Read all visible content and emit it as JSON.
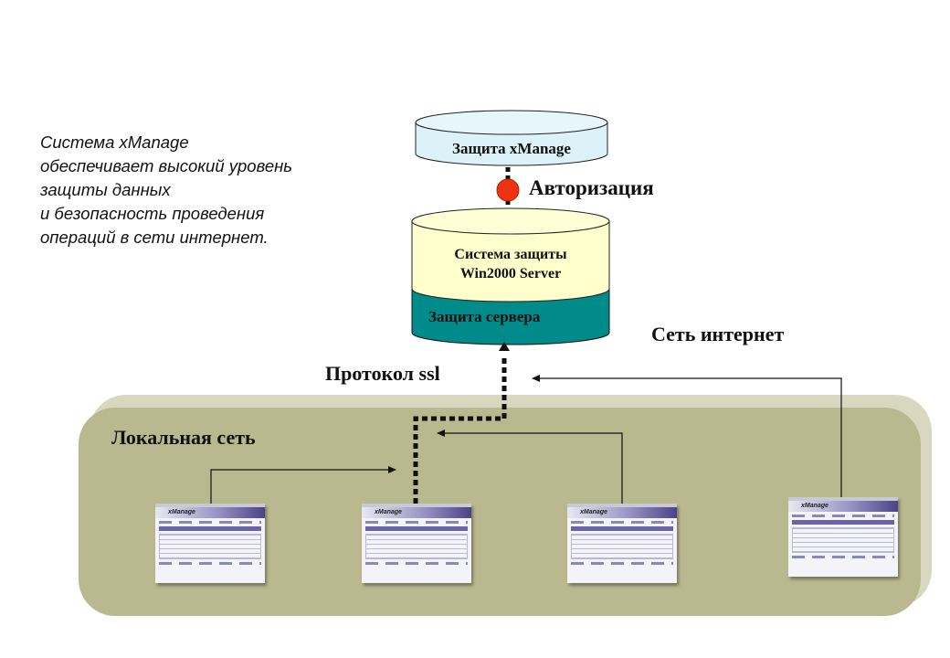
{
  "intro_text": [
    "Система xManage",
    "обеспечивает высокий уровень",
    "защиты данных",
    "и безопасность проведения",
    "операций в сети интернет."
  ],
  "layers": {
    "top": "Защита xManage",
    "auth": "Авторизация",
    "middle_line1": "Система защиты",
    "middle_line2": "Win2000 Server",
    "bottom": "Защита сервера"
  },
  "labels": {
    "internet": "Сеть интернет",
    "protocol": "Протокол ssl",
    "lan": "Локальная сеть"
  },
  "screenshot_logo": "xManage",
  "colors": {
    "top_cylinder": "#dcf2f8",
    "middle_cylinder": "#ffffcc",
    "bottom_cylinder": "#008b8b",
    "auth_dot": "#ee3311",
    "lan_panel": "#b9b88f"
  }
}
